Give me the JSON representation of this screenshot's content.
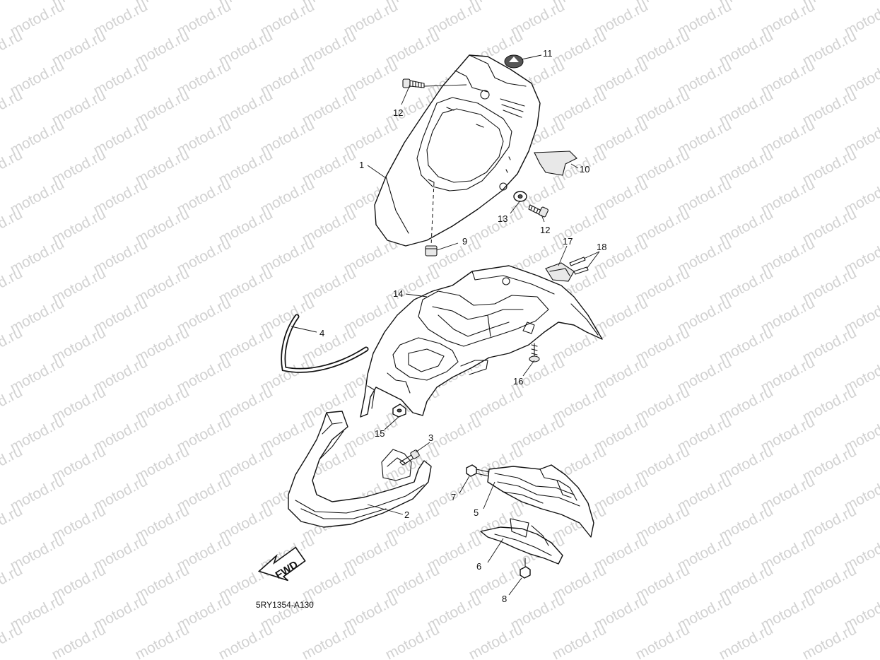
{
  "watermark": {
    "text": "motod.ru"
  },
  "diagram_code": "5RY1354-A130",
  "fwd_label": "FWD",
  "callouts": [
    {
      "id": "c1",
      "text": "1"
    },
    {
      "id": "c2",
      "text": "2"
    },
    {
      "id": "c3",
      "text": "3"
    },
    {
      "id": "c4",
      "text": "4"
    },
    {
      "id": "c5",
      "text": "5"
    },
    {
      "id": "c6",
      "text": "6"
    },
    {
      "id": "c7",
      "text": "7"
    },
    {
      "id": "c8",
      "text": "8"
    },
    {
      "id": "c9",
      "text": "9"
    },
    {
      "id": "c10",
      "text": "10"
    },
    {
      "id": "c11",
      "text": "11"
    },
    {
      "id": "c12a",
      "text": "12"
    },
    {
      "id": "c12b",
      "text": "12"
    },
    {
      "id": "c13",
      "text": "13"
    },
    {
      "id": "c14",
      "text": "14"
    },
    {
      "id": "c15",
      "text": "15"
    },
    {
      "id": "c16",
      "text": "16"
    },
    {
      "id": "c17",
      "text": "17"
    },
    {
      "id": "c18",
      "text": "18"
    }
  ]
}
